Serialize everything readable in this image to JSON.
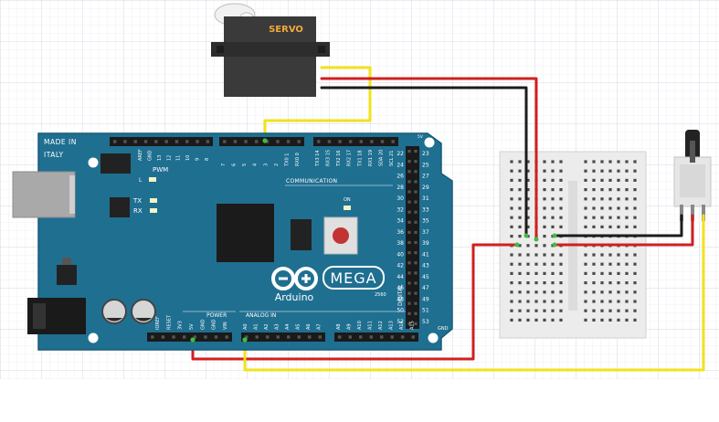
{
  "colors": {
    "board": "#1f6f91",
    "board_edge": "#185a78",
    "board_text": "#ffffff",
    "wire_red": "#d11f1f",
    "wire_black": "#1c1c1c",
    "wire_yellow": "#f2e21a",
    "servo_body": "#3a3a3a",
    "servo_label": "#f0a93a",
    "breadboard": "#ececec",
    "grid": "#d9dde8"
  },
  "servo": {
    "label": "SERVO"
  },
  "board": {
    "made_in": "MADE IN",
    "country": "ITALY",
    "brand": "Arduino",
    "model": "MEGA",
    "model_sub": "2560",
    "pwm": "PWM",
    "l": "L",
    "tx": "TX",
    "rx": "RX",
    "on": "ON",
    "communication": "COMMUNICATION",
    "power": "POWER",
    "analog_in": "ANALOG IN",
    "digital": "DIGITAL",
    "gnd": "GND",
    "top_left_pins": [
      "AREF",
      "GND",
      "13",
      "12",
      "11",
      "10",
      "9",
      "8"
    ],
    "top_mid_pins": [
      "7",
      "6",
      "5",
      "4",
      "3",
      "2",
      "TX0 1",
      "RX0 0"
    ],
    "top_right_pins": [
      "TX3 14",
      "RX3 15",
      "TX2 16",
      "RX2 17",
      "TX1 18",
      "RX1 19",
      "SDA 20",
      "SCL 21"
    ],
    "power_pins": [
      "IOREF",
      "RESET",
      "3V3",
      "5V",
      "GND",
      "GND",
      "VIN"
    ],
    "analog_pins_a": [
      "A0",
      "A1",
      "A2",
      "A3",
      "A4",
      "A5",
      "A6",
      "A7"
    ],
    "analog_pins_b": [
      "A8",
      "A9",
      "A10",
      "A11",
      "A12",
      "A13",
      "A14",
      "A15"
    ],
    "digital_col_left": [
      "22",
      "24",
      "26",
      "28",
      "30",
      "32",
      "34",
      "36",
      "38",
      "40",
      "42",
      "44",
      "46",
      "48",
      "50",
      "52"
    ],
    "digital_col_right": [
      "23",
      "25",
      "27",
      "29",
      "31",
      "33",
      "35",
      "37",
      "39",
      "41",
      "43",
      "45",
      "47",
      "49",
      "51",
      "53"
    ],
    "top_right_corner": "5V"
  }
}
